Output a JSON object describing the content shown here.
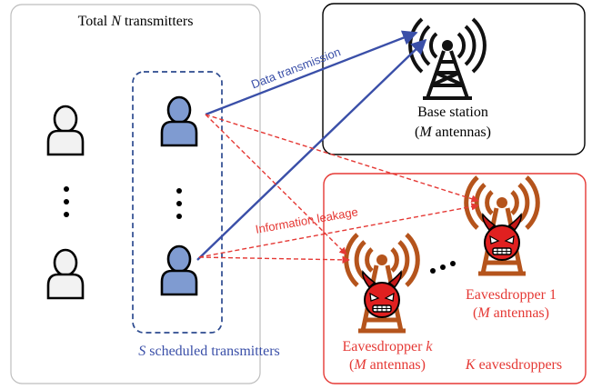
{
  "transmitters_box": {
    "title_prefix": "Total ",
    "title_var": "N",
    "title_suffix": " transmitters",
    "scheduled_var": "S",
    "scheduled_suffix": " scheduled transmitters"
  },
  "base_station": {
    "line1": "Base station",
    "line2_open": "(",
    "line2_var": "M",
    "line2_rest": " antennas)"
  },
  "links": {
    "data_transmission": "Data transmission",
    "information_leakage": "Information leakage"
  },
  "eavesdroppers_box": {
    "eve1_line1": "Eavesdropper 1",
    "eve1_line2_open": "(",
    "eve1_line2_var": "M",
    "eve1_line2_rest": " antennas)",
    "evek_line1_prefix": "Eavesdropper ",
    "evek_line1_var": "k",
    "evek_line2_open": "(",
    "evek_line2_var": "M",
    "evek_line2_rest": " antennas)",
    "count_var": "K",
    "count_suffix": " eavesdroppers"
  },
  "colors": {
    "data_link": "#3a4fa8",
    "leakage": "#e53935",
    "scheduled_user": "#7f9bd1",
    "idle_user": "#f2f2f2",
    "tower_black": "#111111",
    "tower_orange": "#b5541c",
    "devil_face": "#e02020"
  },
  "icons": [
    "user-icon",
    "tower-icon",
    "devil-icon"
  ]
}
